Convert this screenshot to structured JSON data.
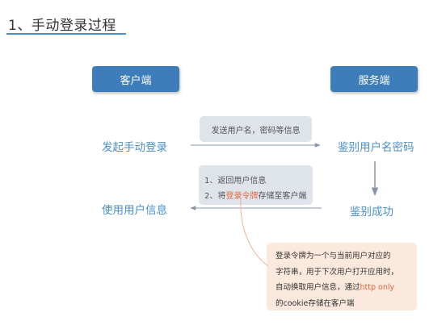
{
  "title": "1、手动登录过程",
  "actors": {
    "client": "客户端",
    "server": "服务端"
  },
  "nodes": {
    "manual_login": "发起手动登录",
    "verify_credentials": "鉴别用户名密码",
    "verify_success": "鉴别成功",
    "use_user_info": "使用用户信息"
  },
  "messages": {
    "send_credentials": "发送用户名，密码等信息",
    "return_line1": "1、返回用户信息",
    "return_line2_prefix": "2、将",
    "return_line2_highlight": "登录令牌",
    "return_line2_suffix": "存储至客户端"
  },
  "note": {
    "line1": "登录令牌为一个与当前用户对应的",
    "line2": "字符串，用于下次用户打开应用时，",
    "line3_prefix": "自动换取用户信息，通过",
    "line3_highlight": "http only",
    "line4": "的cookie存储在客户端"
  },
  "colors": {
    "accent": "#3d7dba",
    "node_text": "#4a8fc9",
    "highlight": "#e8663b",
    "message_bg": "#dfe3ea",
    "note_bg": "#fbe9dd",
    "arrow": "#8a96a8"
  }
}
